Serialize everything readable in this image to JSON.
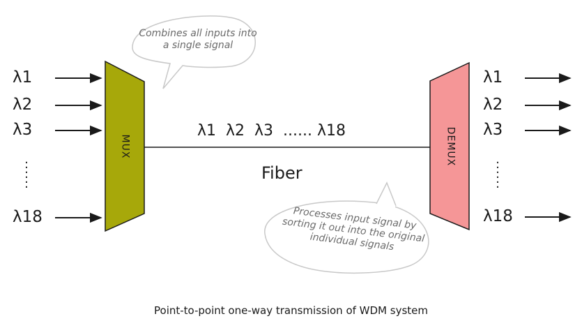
{
  "inputs": [
    "λ1",
    "λ2",
    "λ3",
    "λ18"
  ],
  "outputs": [
    "λ1",
    "λ2",
    "λ3",
    "λ18"
  ],
  "mux_label": "MUX",
  "demux_label": "DEMUX",
  "fiber_channels": "λ1  λ2  λ3  ...... λ18",
  "fiber_label": "Fiber",
  "mux_note": "Combines all inputs into a single signal",
  "demux_note": "Processes input signal by sorting it out into the original individual signals",
  "caption": "Point-to-point one-way transmission of WDM system",
  "colors": {
    "mux": "#a7a80a",
    "demux": "#f59697",
    "line": "#1a1a1a",
    "bubble_stroke": "#c8c8c8"
  }
}
